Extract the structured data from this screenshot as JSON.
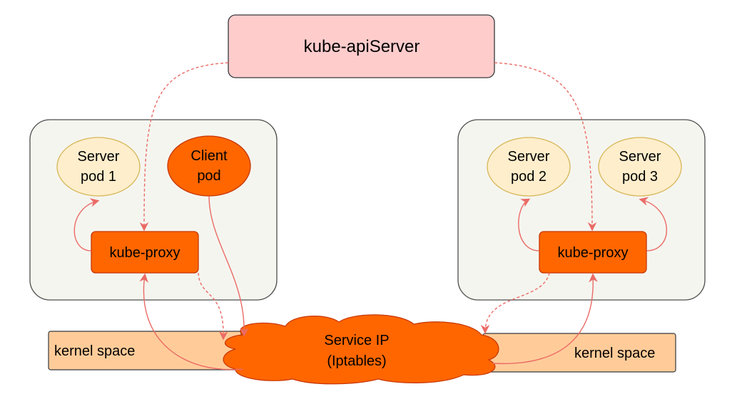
{
  "api_server": {
    "label": "kube-apiServer"
  },
  "left_node": {
    "server_pod_1": {
      "line1": "Server",
      "line2": "pod 1"
    },
    "client_pod": {
      "line1": "Client",
      "line2": "pod"
    },
    "kube_proxy": {
      "label": "kube-proxy"
    },
    "kernel_space": {
      "label": "kernel space"
    }
  },
  "right_node": {
    "server_pod_2": {
      "line1": "Server",
      "line2": "pod 2"
    },
    "server_pod_3": {
      "line1": "Server",
      "line2": "pod 3"
    },
    "kube_proxy": {
      "label": "kube-proxy"
    },
    "kernel_space": {
      "label": "kernel space"
    }
  },
  "service_ip": {
    "line1": "Service IP",
    "line2": "(Iptables)"
  },
  "colors": {
    "api_fill": "#ffcccc",
    "node_fill": "#f5f5ef",
    "server_pod_fill": "#ffeecc",
    "orange": "#ff6600",
    "kernel_fill": "#ffcc99",
    "arrow": "#ea6b66"
  }
}
